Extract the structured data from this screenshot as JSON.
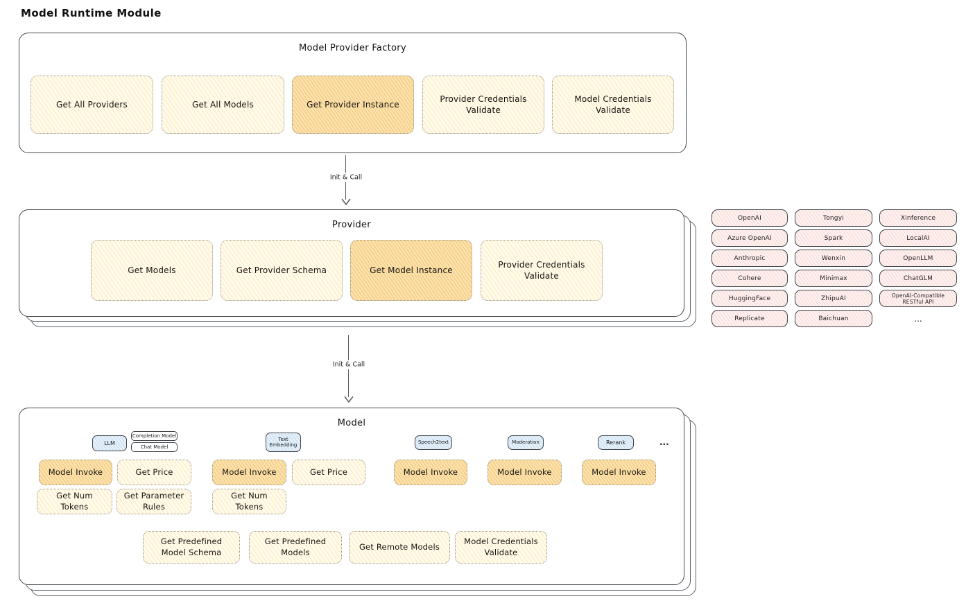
{
  "page": {
    "title": "Model Runtime Module"
  },
  "factory": {
    "title": "Model Provider Factory",
    "buttons": [
      "Get All Providers",
      "Get All Models",
      "Get Provider Instance",
      "Provider Credentials Validate",
      "Model Credentials Validate"
    ]
  },
  "flow": {
    "arrow1_label": "Init & Call",
    "arrow2_label": "Init & Call"
  },
  "provider": {
    "title": "Provider",
    "buttons": [
      "Get Models",
      "Get Provider Schema",
      "Get Model Instance",
      "Provider Credentials Validate"
    ]
  },
  "providers_list": {
    "rows": [
      [
        "OpenAI",
        "Tongyi",
        "Xinference"
      ],
      [
        "Azure OpenAI",
        "Spark",
        "LocalAI"
      ],
      [
        "Anthropic",
        "Wenxin",
        "OpenLLM"
      ],
      [
        "Cohere",
        "Minimax",
        "ChatGLM"
      ],
      [
        "HuggingFace",
        "ZhipuAI",
        "OpenAI-Compatible RESTful API"
      ],
      [
        "Replicate",
        "Baichuan"
      ]
    ],
    "more": "..."
  },
  "model": {
    "title": "Model",
    "tags": {
      "llm": "LLM",
      "completion": "Completion Model",
      "chat": "Chat Model",
      "text_embedding": "Text Embedding",
      "speech2text": "Speech2text",
      "moderation": "Moderation",
      "rerank": "Rerank",
      "more": "..."
    },
    "llm_group": [
      "Model Invoke",
      "Get Price",
      "Get Num Tokens",
      "Get Parameter Rules"
    ],
    "embedding_group": [
      "Model Invoke",
      "Get Price",
      "Get Num Tokens"
    ],
    "speech2text_group": [
      "Model Invoke"
    ],
    "moderation_group": [
      "Model Invoke"
    ],
    "rerank_group": [
      "Model Invoke"
    ],
    "common_buttons": [
      "Get Predefined Model Schema",
      "Get Predefined Models",
      "Get Remote Models",
      "Model Credentials Validate"
    ]
  },
  "colors": {
    "highlight_orange": "#FBE2AC",
    "cream": "#FFFAE9",
    "provider_pink": "#FDF1EF",
    "tag_blue": "#E6F0F9",
    "border_dark": "#43484e"
  }
}
